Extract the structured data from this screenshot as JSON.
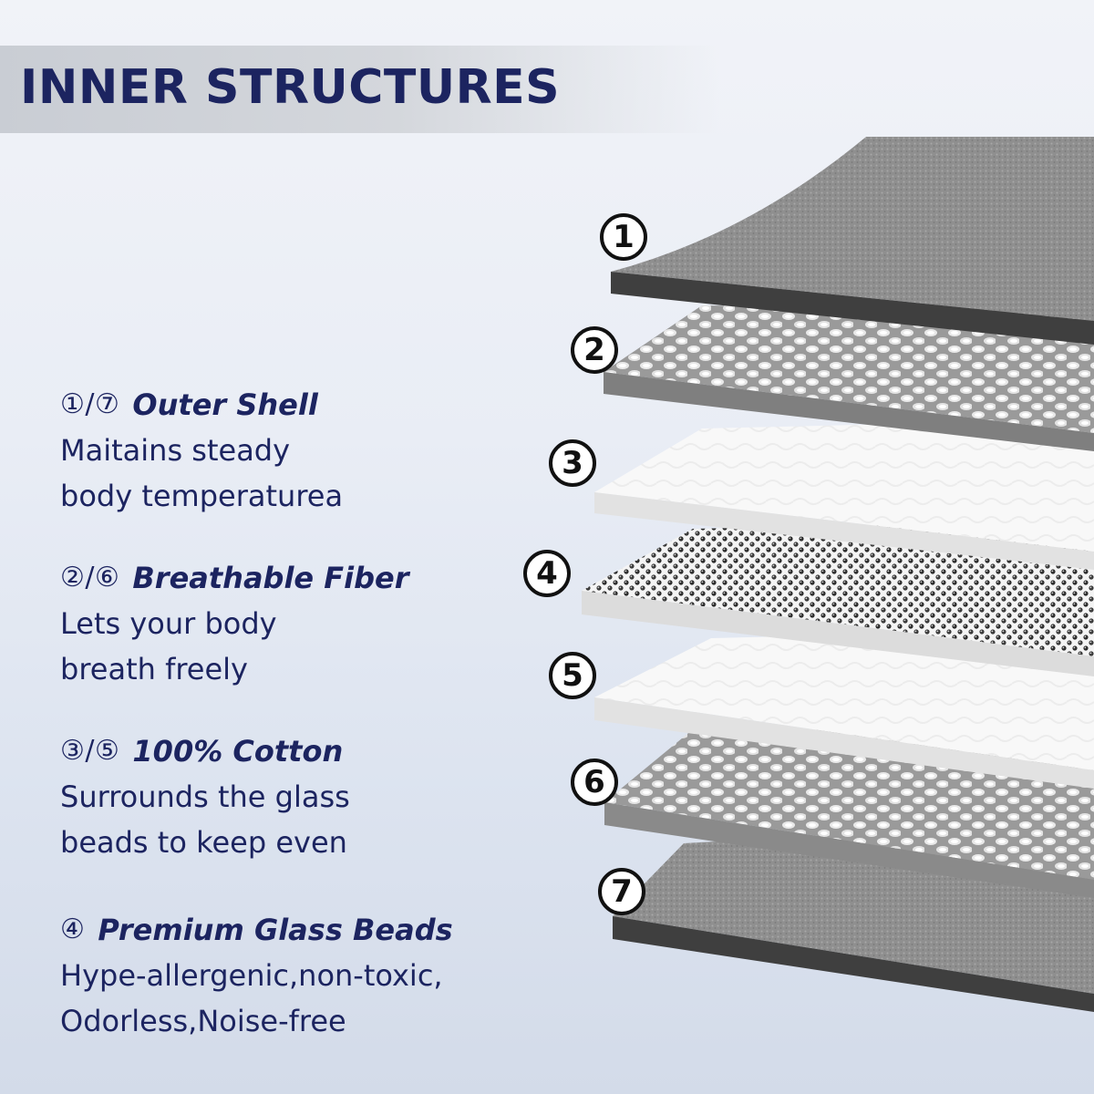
{
  "title": "INNER STRUCTURES",
  "features": [
    {
      "nums": "①/⑦",
      "title": "Outer Shell",
      "desc_lines": [
        "Maitains steady",
        "body temperaturea"
      ]
    },
    {
      "nums": "②/⑥",
      "title": "Breathable Fiber",
      "desc_lines": [
        "Lets your body",
        "breath freely"
      ]
    },
    {
      "nums": "③/⑤",
      "title": "100% Cotton",
      "desc_lines": [
        "Surrounds the glass",
        "beads to keep even"
      ]
    },
    {
      "nums": "④",
      "title": "Premium Glass Beads",
      "desc_lines": [
        "Hype-allergenic,non-toxic,",
        "Odorless,Noise-free"
      ]
    }
  ],
  "layers": [
    {
      "number": "1",
      "type": "felt"
    },
    {
      "number": "2",
      "type": "weave"
    },
    {
      "number": "3",
      "type": "cotton"
    },
    {
      "number": "4",
      "type": "beads"
    },
    {
      "number": "5",
      "type": "cotton"
    },
    {
      "number": "6",
      "type": "weave"
    },
    {
      "number": "7",
      "type": "felt"
    }
  ],
  "colors": {
    "text": "#1c2460",
    "banner": "#cfd2d8",
    "felt": "#8e8e8e",
    "edge": "#3d3d3d"
  }
}
